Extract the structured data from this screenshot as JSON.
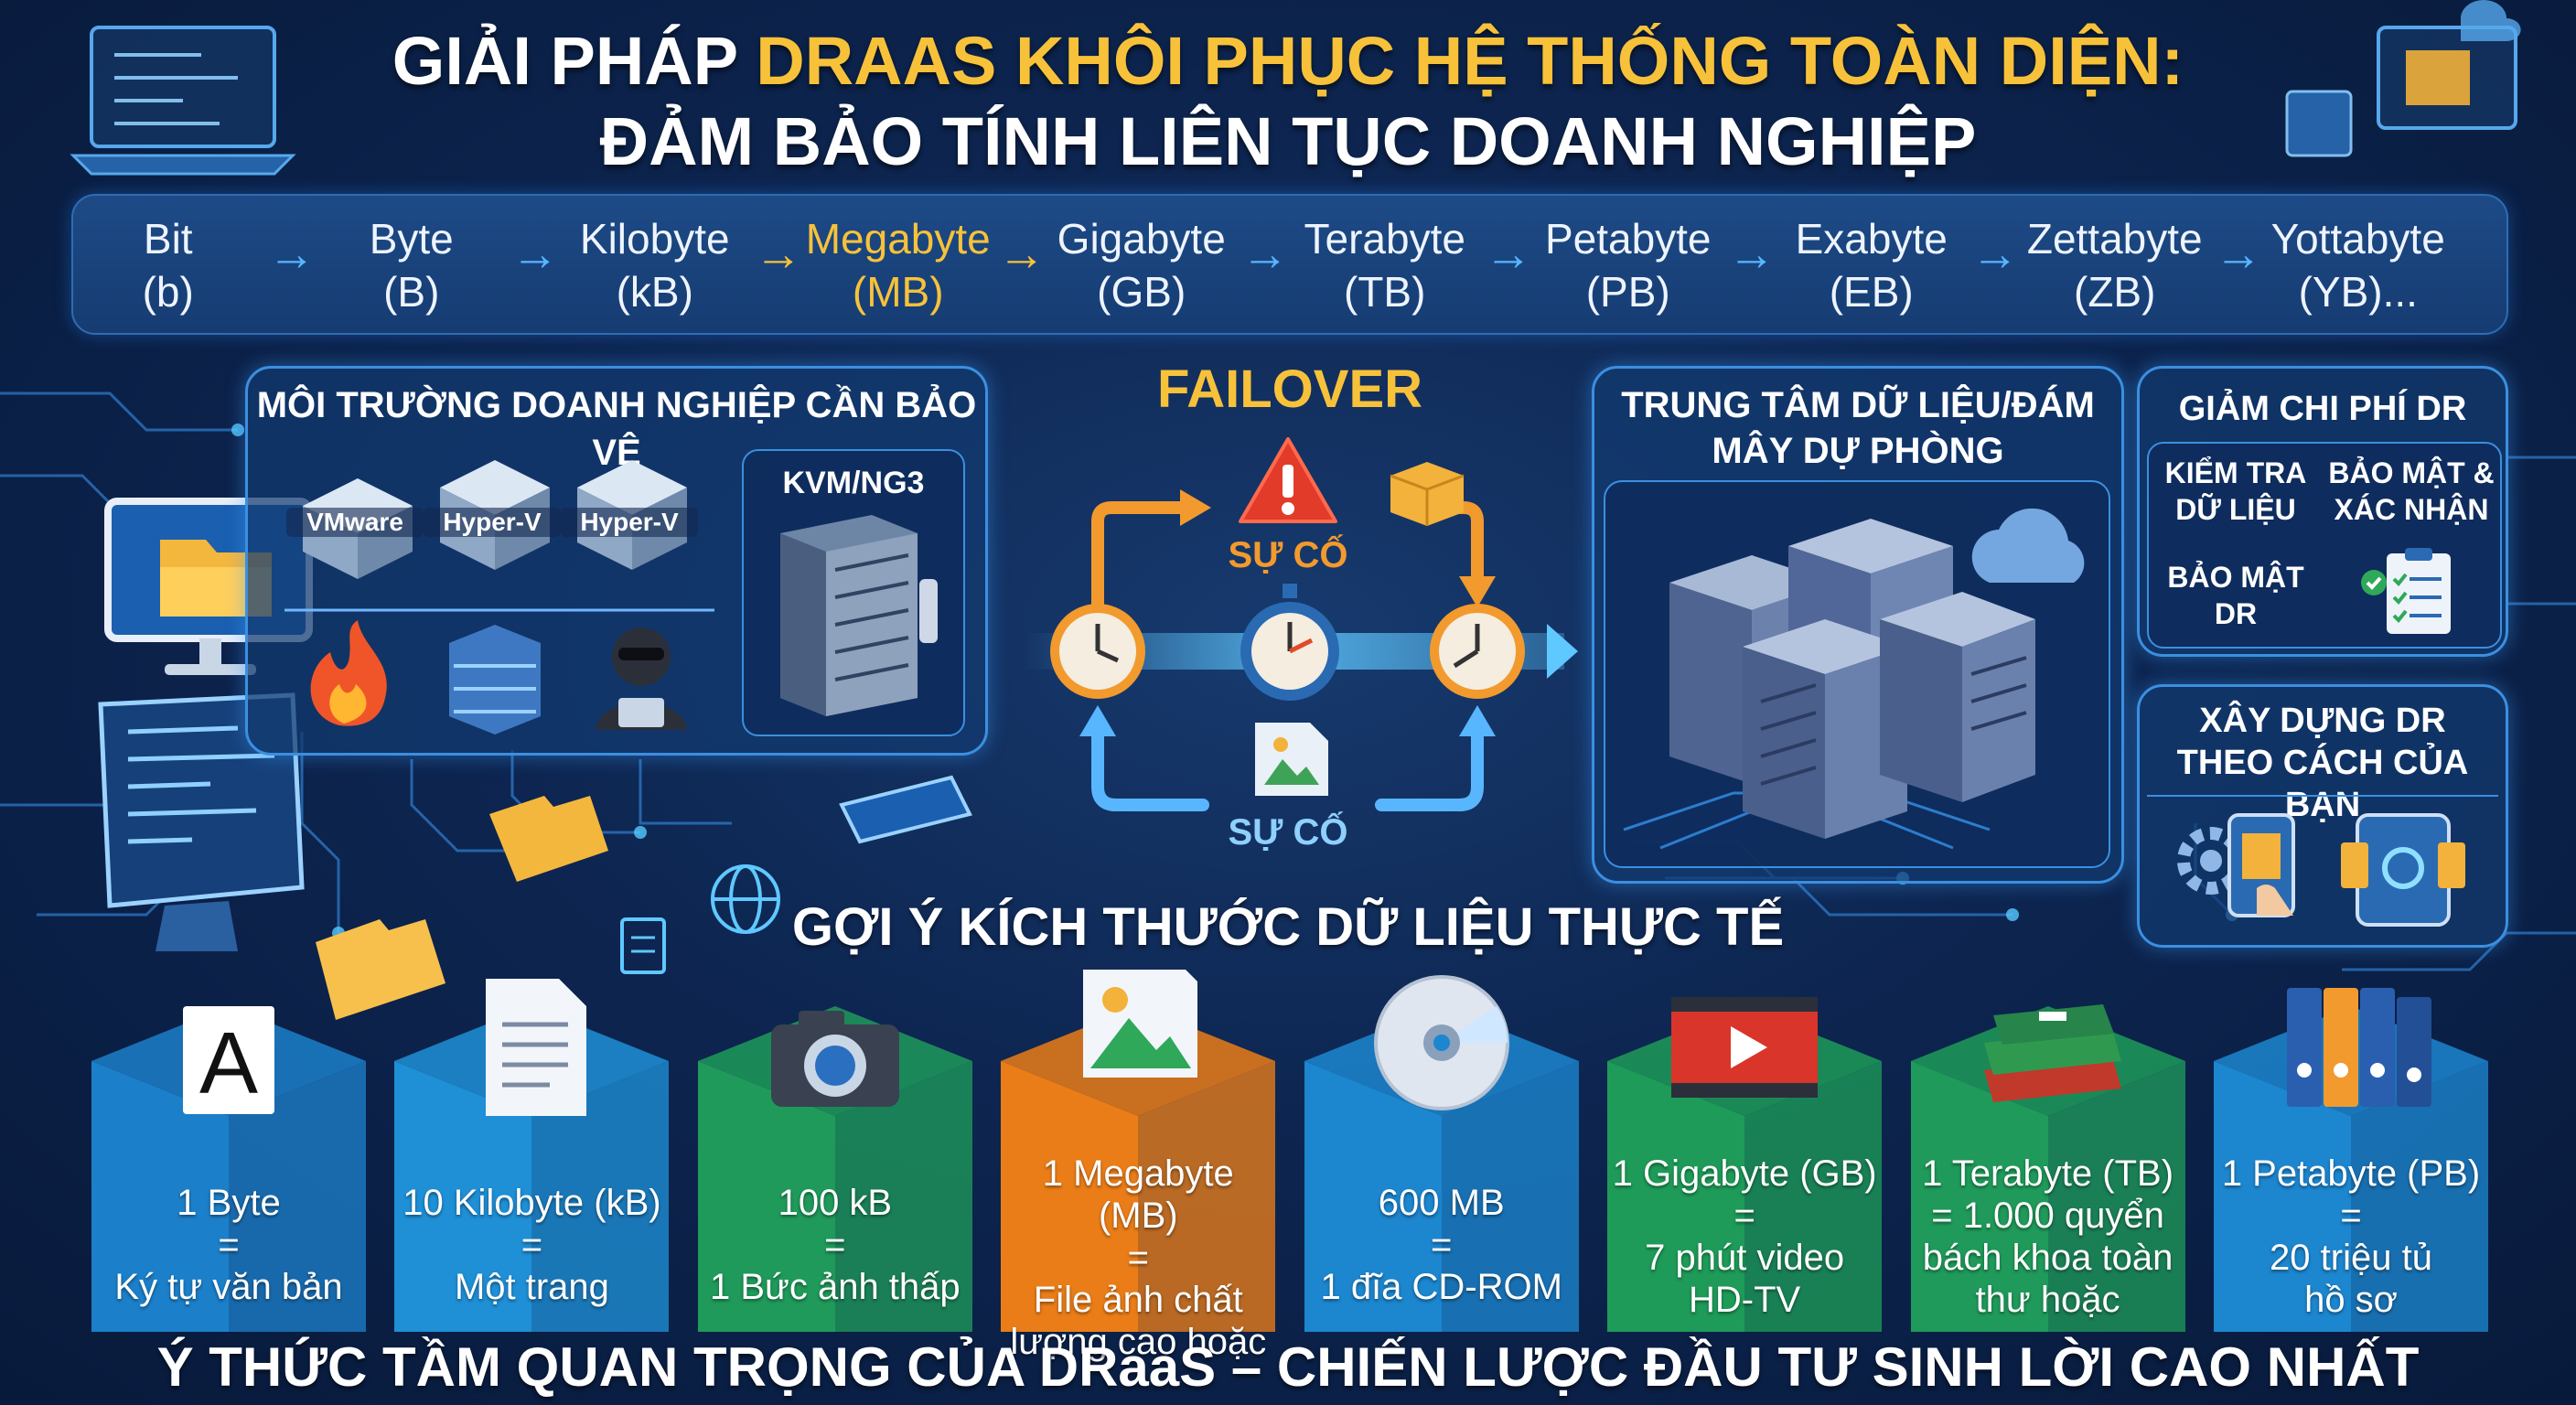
{
  "title": {
    "line1_prefix": "GIẢI PHÁP",
    "line1_highlight": "DRaaS KHÔI PHỤC HỆ THỐNG TOÀN DIỆN:",
    "line2": "ĐẢM BẢO TÍNH LIÊN TỤC DOANH NGHIỆP"
  },
  "units": [
    {
      "name": "Bit",
      "abbr": "(b)",
      "highlight": false
    },
    {
      "name": "Byte",
      "abbr": "(B)",
      "highlight": false
    },
    {
      "name": "Kilobyte",
      "abbr": "(kB)",
      "highlight": false
    },
    {
      "name": "Megabyte",
      "abbr": "(MB)",
      "highlight": true
    },
    {
      "name": "Gigabyte",
      "abbr": "(GB)",
      "highlight": false
    },
    {
      "name": "Terabyte",
      "abbr": "(TB)",
      "highlight": false
    },
    {
      "name": "Petabyte",
      "abbr": "(PB)",
      "highlight": false
    },
    {
      "name": "Exabyte",
      "abbr": "(EB)",
      "highlight": false
    },
    {
      "name": "Zettabyte",
      "abbr": "(ZB)",
      "highlight": false
    },
    {
      "name": "Yottabyte",
      "abbr": "(YB)...",
      "highlight": false
    }
  ],
  "env_panel": {
    "title": "MÔI TRƯỜNG DOANH NGHIỆP CẦN BẢO VỆ",
    "hypervisors": [
      "VMware",
      "Hyper-V",
      "Hyper-V"
    ],
    "kvm_label": "KVM/NG3"
  },
  "failover": {
    "title": "FAILOVER",
    "incident_top": "SỰ CỐ",
    "incident_bottom": "SỰ CỐ"
  },
  "dc_panel": {
    "title_line1": "TRUNG TÂM DỮ LIỆU/ĐÁM",
    "title_line2": "MÂY DỰ PHÒNG"
  },
  "cost_panel": {
    "title": "GIẢM CHI PHÍ DR",
    "item1_line1": "KIỂM TRA",
    "item1_line2": "DỮ LIỆU",
    "item2_line1": "BẢO MẬT &",
    "item2_line2": "XÁC NHẬN",
    "item3_line1": "BẢO MẬT",
    "item3_line2": "DR"
  },
  "build_panel": {
    "title_line1": "XÂY DỰNG DR",
    "title_line2": "THEO CÁCH CỦA BẠN"
  },
  "sizes": {
    "title": "GỢI Ý KÍCH THƯỚC DỮ LIỆU THỰC TẾ",
    "cards": [
      {
        "line1": "1 Byte",
        "eq": "=",
        "line2": "Ký tự văn bản",
        "line3": "",
        "icon": "letter-a-icon",
        "color": "#1c7fc9"
      },
      {
        "line1": "10 Kilobyte (kB)",
        "eq": "=",
        "line2": "Một trang",
        "line3": "",
        "icon": "document-icon",
        "color": "#1f8fd6"
      },
      {
        "line1": "100 kB",
        "eq": "=",
        "line2": "1 Bức ảnh thấp",
        "line3": "",
        "icon": "camera-icon",
        "color": "#1f9a5a"
      },
      {
        "line1": "1 Megabyte (MB)",
        "eq": "=",
        "line2": "File ảnh chất",
        "line3": "lượng cao hoặc",
        "icon": "image-icon",
        "color": "#ea7d18"
      },
      {
        "line1": "600 MB",
        "eq": "=",
        "line2": "1 đĩa CD-ROM",
        "line3": "",
        "icon": "cd-icon",
        "color": "#1c86cf"
      },
      {
        "line1": "1 Gigabyte (GB)",
        "eq": "=",
        "line2": "7 phút video",
        "line3": "HD-TV",
        "icon": "video-icon",
        "color": "#1e9b58"
      },
      {
        "line1": "1 Terabyte (TB)",
        "eq": "= 1.000 quyển",
        "line2": "bách khoa toàn",
        "line3": "thư hoặc",
        "icon": "books-icon",
        "color": "#1f9a5a"
      },
      {
        "line1": "1 Petabyte (PB)",
        "eq": "=",
        "line2": "20 triệu tủ",
        "line3": "hồ sơ",
        "icon": "binders-icon",
        "color": "#1c86cf"
      }
    ]
  },
  "footer": "Ý THỨC TẦM QUAN TRỌNG CỦA DRaaS – CHIẾN LƯỢC ĐẦU TƯ SINH LỜI CAO NHẤT",
  "colors": {
    "accent": "#f7c23a",
    "panel_border": "#3b8fe0",
    "background": "#0d2550",
    "arrow_blue": "#58b6ff",
    "arrow_orange": "#f29a2e"
  }
}
